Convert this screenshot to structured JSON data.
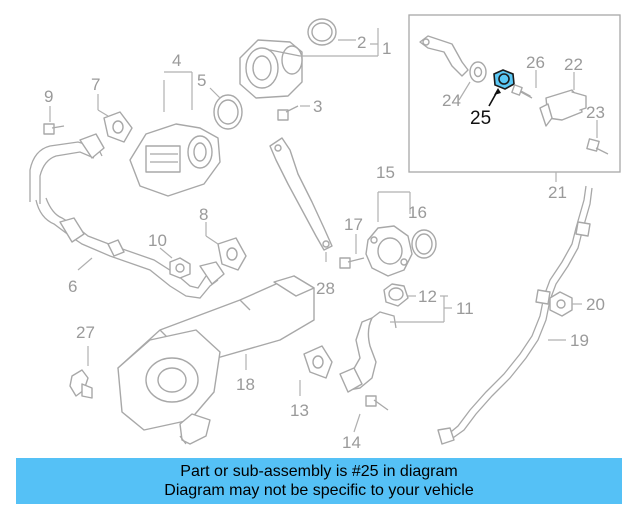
{
  "diagram": {
    "callouts": {
      "c1": "1",
      "c2": "2",
      "c3": "3",
      "c4": "4",
      "c5": "5",
      "c6": "6",
      "c7": "7",
      "c8": "8",
      "c9": "9",
      "c10": "10",
      "c11": "11",
      "c12": "12",
      "c13": "13",
      "c14": "14",
      "c15": "15",
      "c16": "16",
      "c17": "17",
      "c18": "18",
      "c19": "19",
      "c20": "20",
      "c21": "21",
      "c22": "22",
      "c23": "23",
      "c24": "24",
      "c25": "25",
      "c26": "26",
      "c27": "27",
      "c28": "28"
    },
    "highlighted_part": "25",
    "highlight_color": "#5bc8f5"
  },
  "banner": {
    "line1": "Part or sub-assembly is #25 in diagram",
    "line2": "Diagram may not be specific to your vehicle",
    "background": "#55c1f6"
  }
}
